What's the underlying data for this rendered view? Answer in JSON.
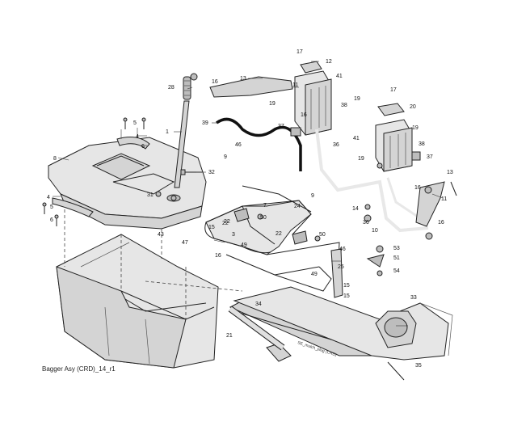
{
  "caption": "Bagger Asy (CRD)_14_r1",
  "inline_note": "SE_mulch_plug (CRD)",
  "callouts": [
    "1",
    "4",
    "5",
    "6",
    "8",
    "4",
    "5",
    "6",
    "43",
    "31",
    "32",
    "28",
    "16",
    "13",
    "11",
    "17",
    "12",
    "41",
    "38",
    "19",
    "16",
    "19",
    "37",
    "39",
    "46",
    "9",
    "22",
    "7",
    "24",
    "9",
    "50",
    "15",
    "47",
    "22",
    "3",
    "49",
    "16",
    "22",
    "50",
    "46",
    "25",
    "49",
    "15",
    "36",
    "41",
    "19",
    "17",
    "20",
    "19",
    "38",
    "37",
    "16",
    "13",
    "11",
    "16",
    "14",
    "36",
    "10",
    "53",
    "51",
    "54",
    "15",
    "34",
    "33",
    "35",
    "21"
  ]
}
